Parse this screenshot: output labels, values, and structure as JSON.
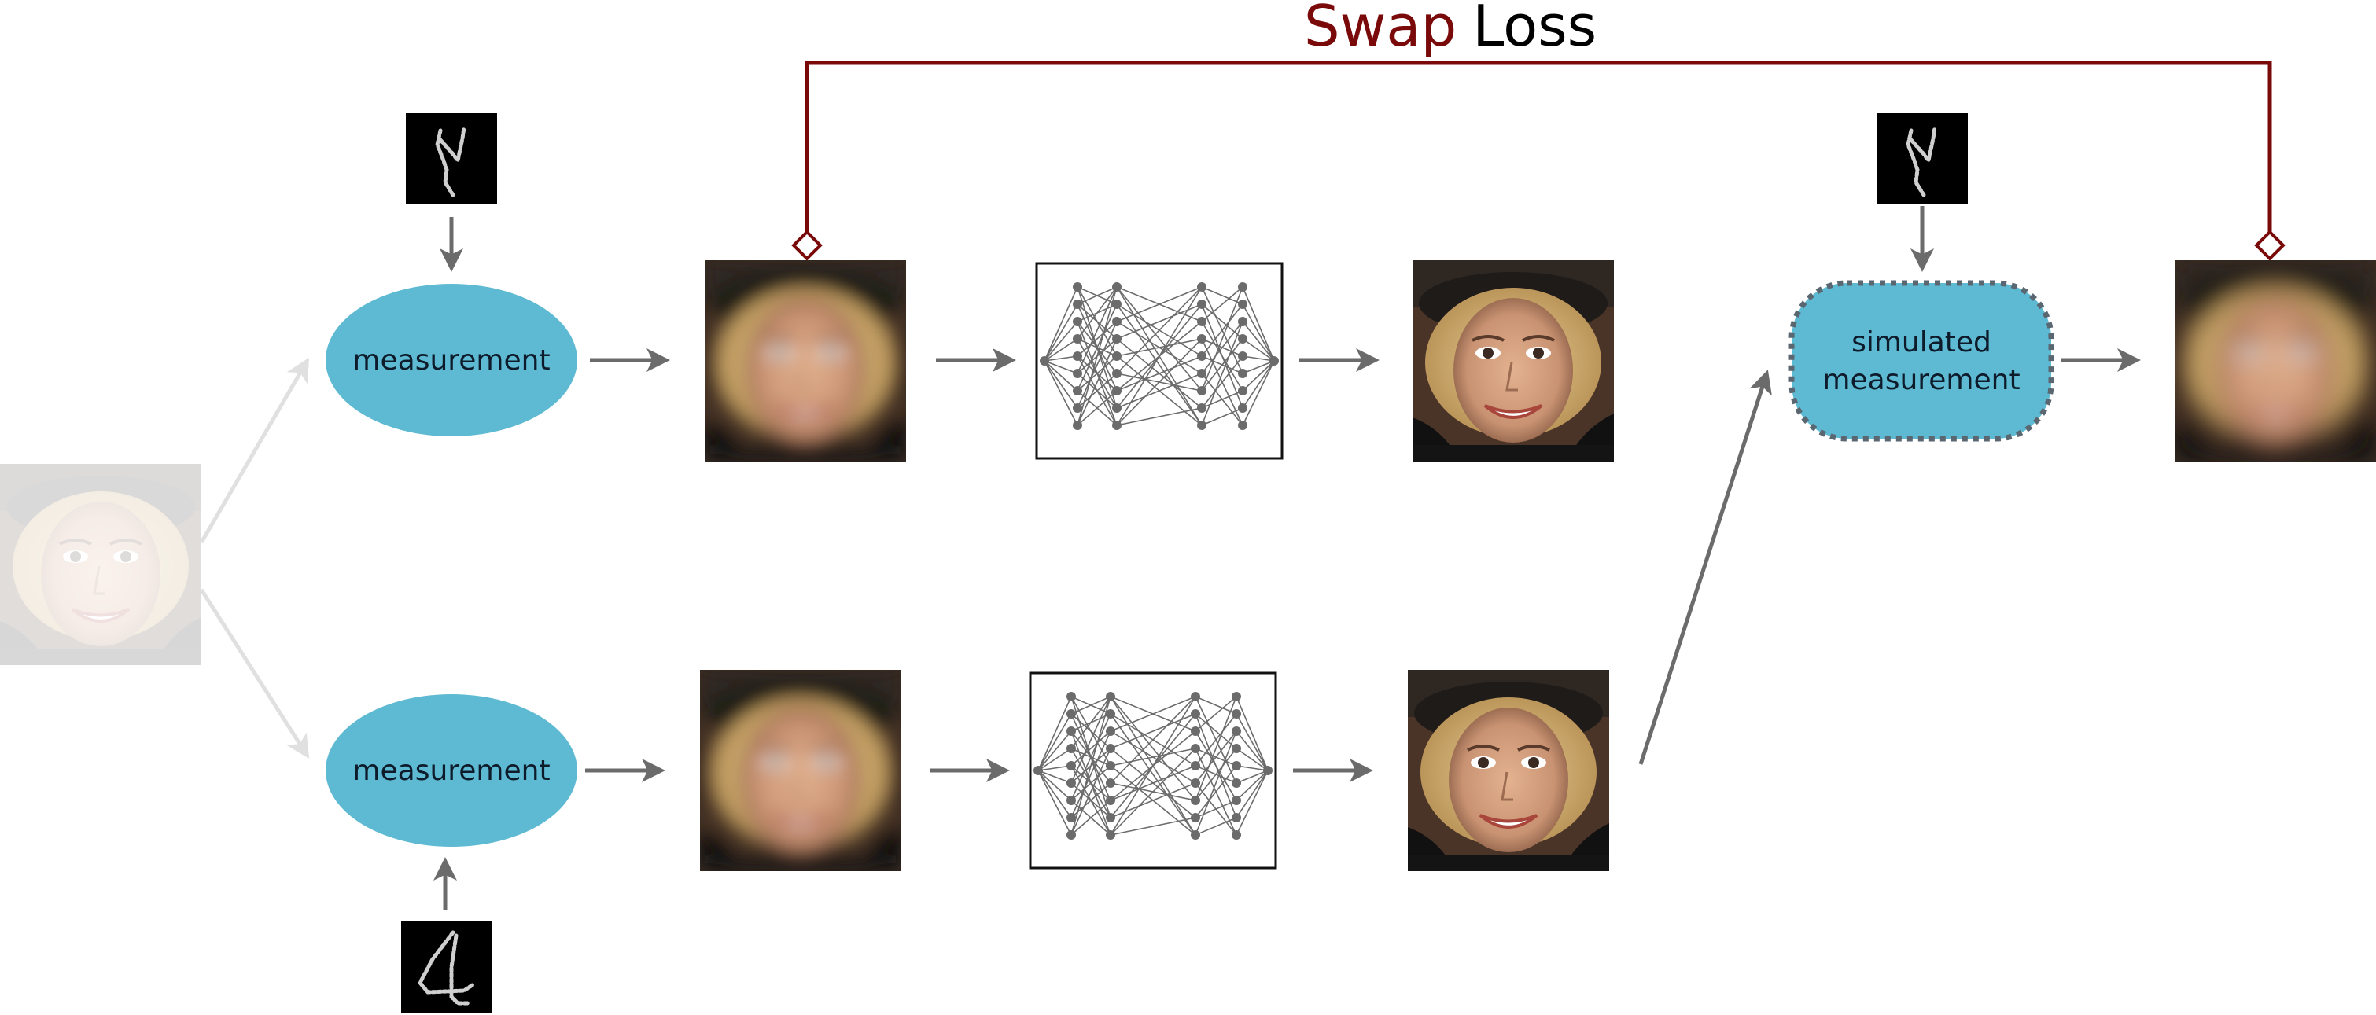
{
  "title": {
    "word1": "Swap",
    "word2": "Loss"
  },
  "nodes": {
    "measurement_top": "measurement",
    "measurement_bottom": "measurement",
    "simulated_line1": "simulated",
    "simulated_line2": "measurement"
  },
  "colors": {
    "loss_red": "#7a0a0a",
    "node_fill": "#5eb9d2",
    "arrow_gray": "#6b6b6b",
    "faded_gray": "#e0e0e0",
    "dotted_border": "#5a6670"
  },
  "icons": {
    "input_face": "face-photo-faded-icon",
    "blurred_face": "blurred-face-photo-icon",
    "sharp_face": "reconstructed-face-photo-icon",
    "network": "neural-network-icon",
    "kernel": "motion-blur-kernel-icon"
  }
}
